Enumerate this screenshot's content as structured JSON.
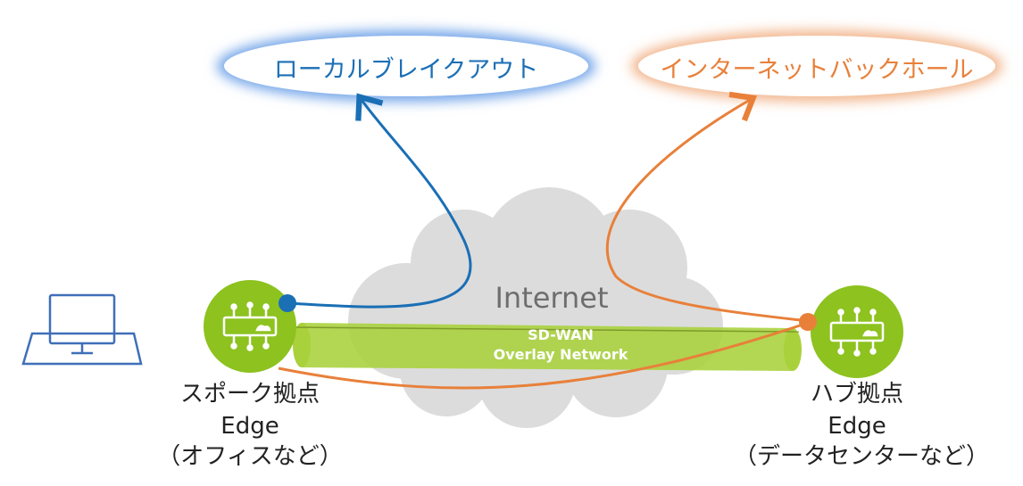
{
  "bubbles": {
    "local_breakout": {
      "label": "ローカルブレイクアウト",
      "color": "#1a6fb5",
      "glow": "#6fa3e8"
    },
    "internet_backhaul": {
      "label": "インターネットバックホール",
      "color": "#e8803a",
      "glow": "#f2b48a"
    }
  },
  "cloud": {
    "label": "Internet",
    "color": "#dcdcdc",
    "text_color": "#6e6e6e"
  },
  "tunnel": {
    "line1": "SD-WAN",
    "line2": "Overlay Network",
    "color": "#a9d13b"
  },
  "spoke": {
    "line1": "スポーク拠点",
    "line2": "Edge",
    "line3": "（オフィスなど）"
  },
  "hub": {
    "line1": "ハブ拠点",
    "line2": "Edge",
    "line3": "（データセンターなど）"
  },
  "colors": {
    "edge_green": "#8dc21f",
    "laptop_blue": "#3f6fb8",
    "blue_path": "#1a6fb5",
    "orange_path": "#e8803a"
  },
  "icons": {
    "laptop": "laptop-icon",
    "edge_device": "edge-router-icon",
    "cloud": "cloud-icon"
  }
}
